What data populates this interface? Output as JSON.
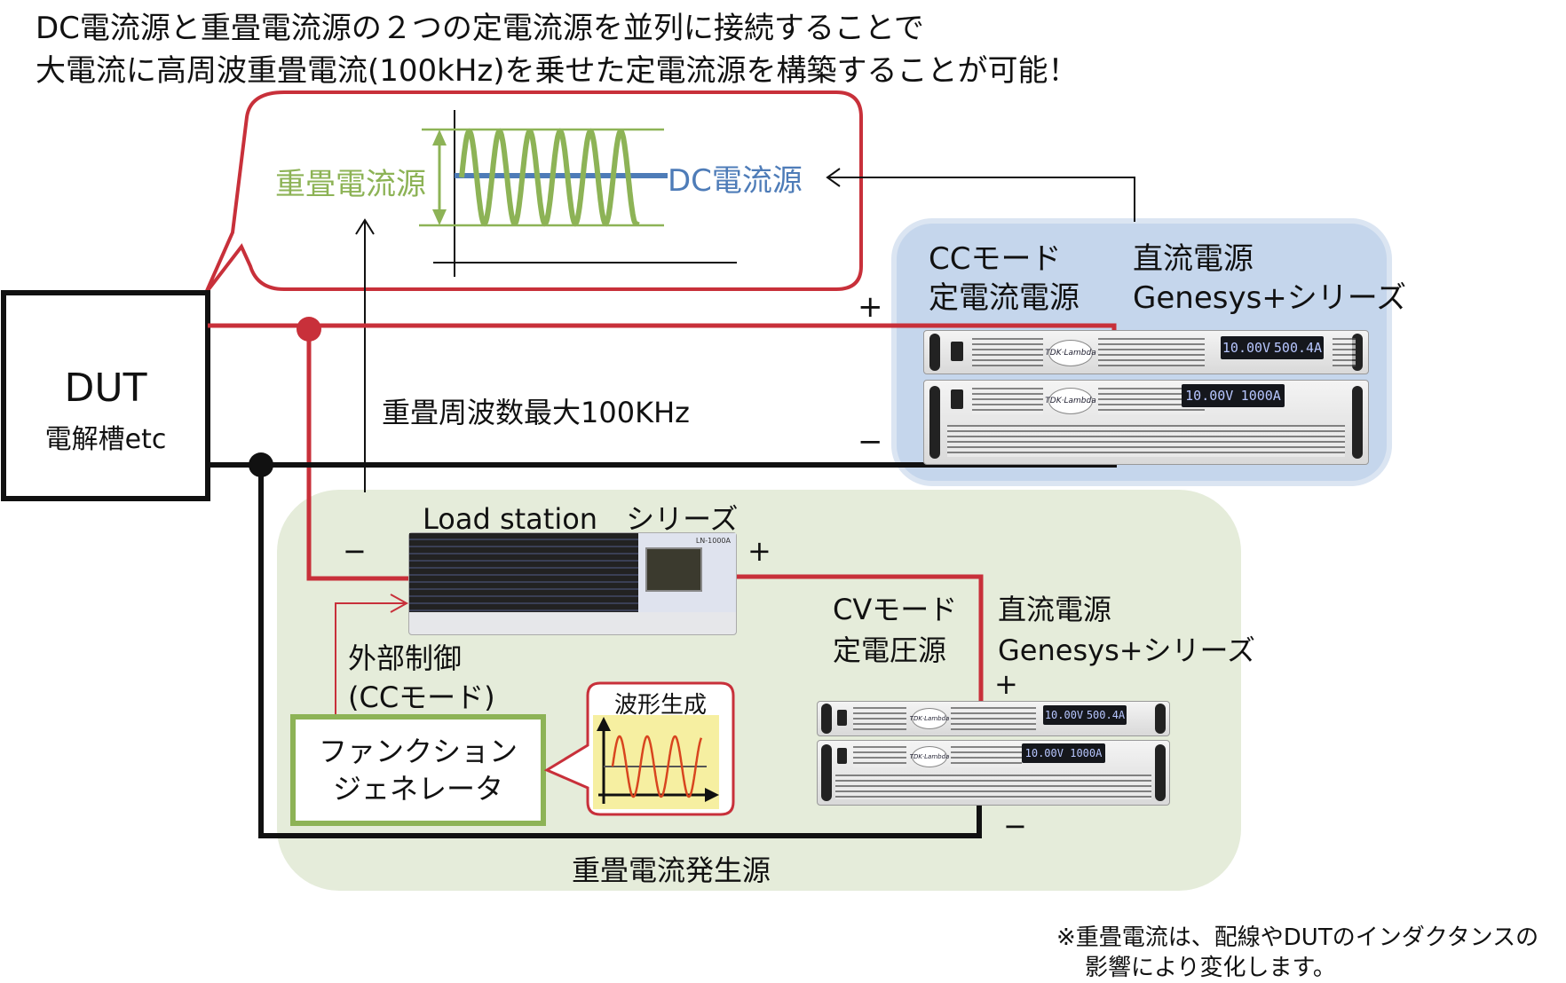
{
  "title": {
    "line1": "DC電流源と重畳電流源の２つの定電流源を並列に接続することで",
    "line2": "大電流に高周波重畳電流(100kHz)を乗せた定電流源を構築することが可能！"
  },
  "callout": {
    "superimposed_label": "重畳電流源",
    "dc_label": "DC電流源"
  },
  "dut": {
    "title": "DUT",
    "subtitle": "電解槽etc"
  },
  "frequency_label": "重畳周波数最大100KHz",
  "cc_source": {
    "mode_line1": "CCモード",
    "mode_line2": "定電流電源",
    "product_line1": "直流電源",
    "product_line2": "Genesys+シリーズ",
    "plus": "+",
    "minus": "−",
    "unit_top_display": [
      "10.00V",
      "500.4A"
    ],
    "unit_bottom_display": [
      "10.00V",
      "1000A"
    ],
    "brand": "TDK·Lambda"
  },
  "superimpose_group": {
    "group_label": "重畳電流発生源",
    "load_station_label": "Load station　シリーズ",
    "load_minus": "−",
    "load_plus": "+",
    "load_model": "LN-1000A",
    "external_control_line1": "外部制御",
    "external_control_line2": "(CCモード)",
    "function_gen_line1": "ファンクション",
    "function_gen_line2": "ジェネレータ",
    "waveform_label": "波形生成",
    "cv_mode_line1": "CVモード",
    "cv_mode_line2": "定電圧源",
    "cv_product_line1": "直流電源",
    "cv_product_line2": "Genesys+シリーズ",
    "cv_plus": "+",
    "cv_minus": "−",
    "unit_top_display": [
      "10.00V",
      "500.4A"
    ],
    "unit_bottom_display": [
      "10.00V",
      "1000A"
    ]
  },
  "footnote": {
    "line1": "※重畳電流は、配線やDUTのインダクタンスの",
    "line2": "影響により変化します。"
  },
  "colors": {
    "red_wire": "#c8303a",
    "black_wire": "#111111",
    "green": "#8db356",
    "dc_blue": "#4e7cb8",
    "cc_box_bg": "#c5d6ec",
    "group_bg": "#e5ecda"
  }
}
